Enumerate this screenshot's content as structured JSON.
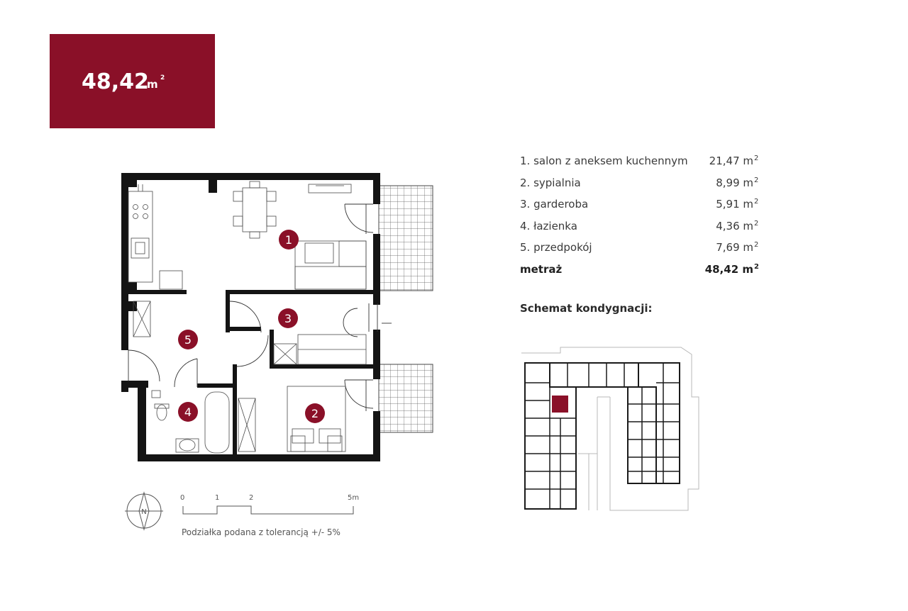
{
  "area_box": {
    "value": "48,42",
    "unit": "m",
    "unit_sup": "2",
    "color": "#8a1028"
  },
  "rooms": [
    {
      "name": "1. salon z aneksem kuchennym",
      "value": "21,47 m",
      "sup": "2"
    },
    {
      "name": "2. sypialnia",
      "value": "8,99 m",
      "sup": "2"
    },
    {
      "name": "3. garderoba",
      "value": "5,91 m",
      "sup": "2"
    },
    {
      "name": "4. łazienka",
      "value": "4,36 m",
      "sup": "2"
    },
    {
      "name": "5. przedpokój",
      "value": "7,69 m",
      "sup": "2"
    }
  ],
  "total": {
    "name": "metraż",
    "value": "48,42 m",
    "sup": "2"
  },
  "schemat_label": "Schemat kondygnacji:",
  "room_markers": [
    "1",
    "2",
    "3",
    "4",
    "5"
  ],
  "compass_label": "N",
  "scale": {
    "ticks": [
      "0",
      "1",
      "2",
      "5m"
    ]
  },
  "tolerance_note": "Podziałka podana z tolerancją +/- 5%",
  "colors": {
    "accent": "#8a1028",
    "wall": "#141414"
  }
}
